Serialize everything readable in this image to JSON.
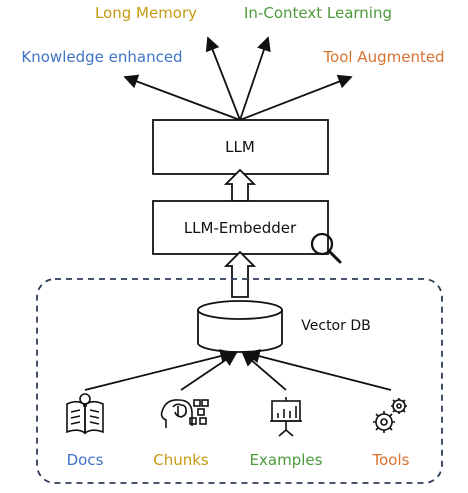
{
  "outputs": {
    "long_memory": "Long Memory",
    "in_context_learning": "In-Context Learning",
    "knowledge_enhanced": "Knowledge enhanced",
    "tool_augmented": "Tool Augmented"
  },
  "boxes": {
    "llm": "LLM",
    "embedder": "LLM-Embedder",
    "vector_db": "Vector DB"
  },
  "sources": {
    "docs": "Docs",
    "chunks": "Chunks",
    "examples": "Examples",
    "tools": "Tools"
  },
  "colors": {
    "long_memory": "#c89a12",
    "in_context_learning": "#4c9a3a",
    "knowledge_enhanced": "#3f73c7",
    "tool_augmented": "#d8722f",
    "docs": "#3f73c7",
    "chunks": "#c89a12",
    "examples": "#4c9a3a",
    "tools": "#d8722f",
    "line": "#111111",
    "dashed_border": "#2c3e57"
  },
  "icons": {
    "search": "magnifier-icon",
    "docs": "book-lightbulb-icon",
    "chunks": "brain-chunks-icon",
    "examples": "presentation-board-icon",
    "tools": "gears-icon"
  }
}
